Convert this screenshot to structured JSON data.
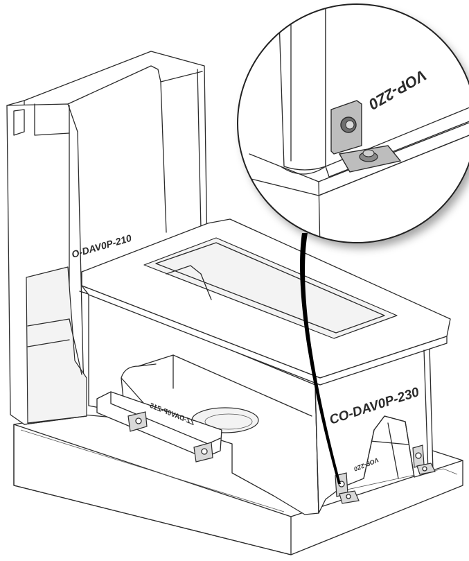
{
  "labels": {
    "back_part": "O-DAV0P-210",
    "main_part": "CO-DAV0P-230",
    "bracket_stamp": "ZZ-DAV0P-Z15",
    "foot_stamp": "VOP-2Z0",
    "detail_stamp": "VOP-2Z0"
  },
  "colors": {
    "line": "#2b2b2b",
    "leader": "#000000",
    "bracket_metal": "#a9a9a9"
  },
  "detail_callout": {
    "icon": "magnifier-circle",
    "shows": "foot-bracket-bolt"
  }
}
